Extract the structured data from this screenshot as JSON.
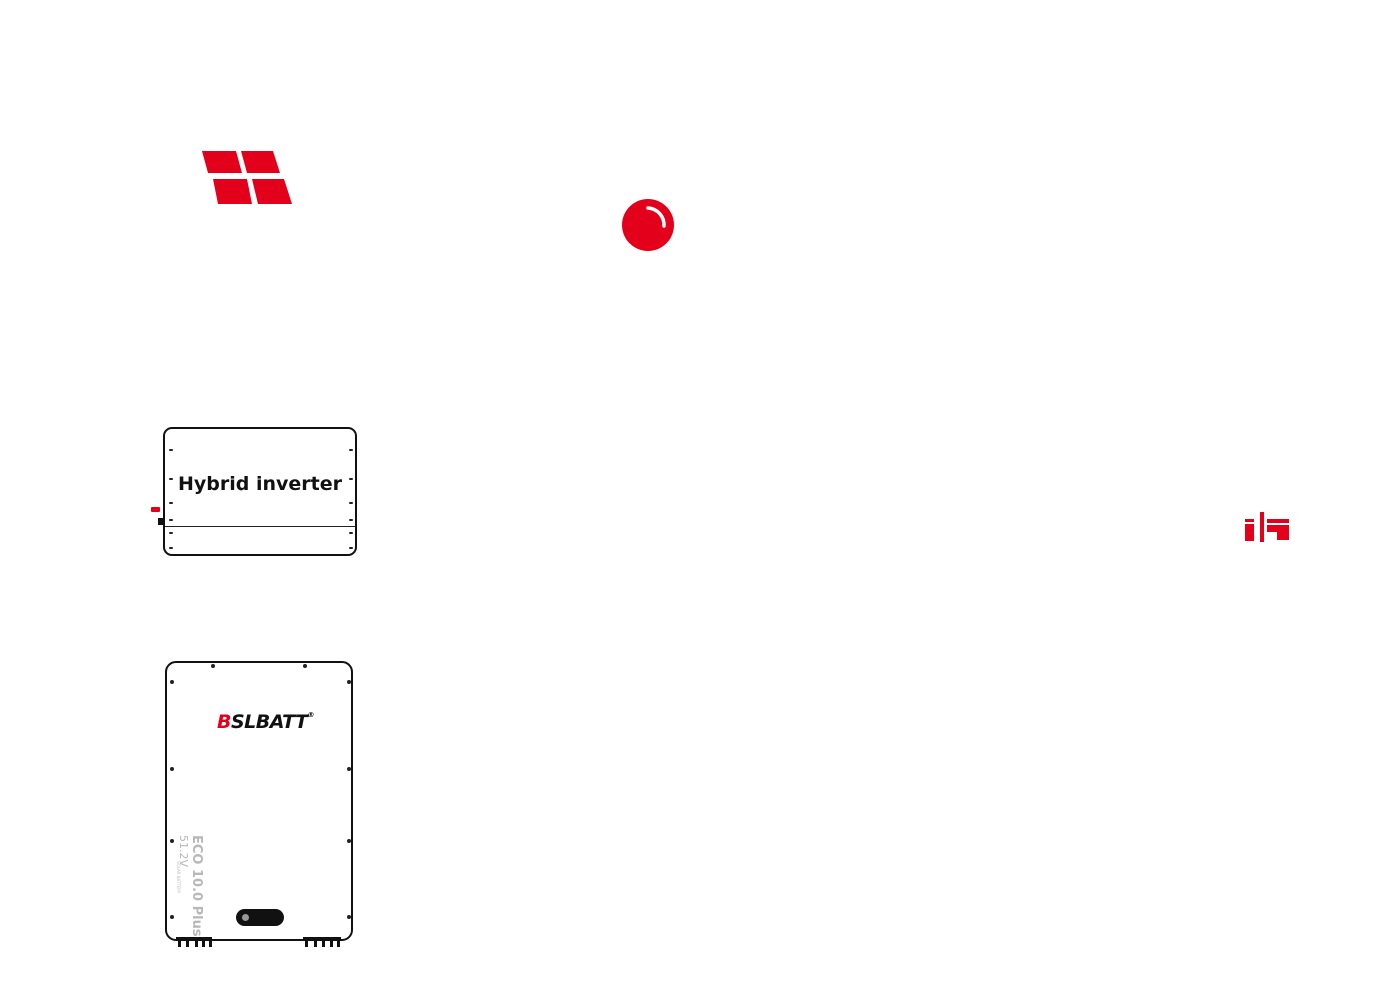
{
  "colors": {
    "accent_red": "#e3001b",
    "outline": "#111111",
    "label_grey": "#b8b8b8"
  },
  "icons": {
    "solar": "solar-panel-icon",
    "grid": "light-bulb-icon",
    "load": "appliance-icon"
  },
  "inverter": {
    "label": "Hybrid inverter"
  },
  "battery": {
    "brand_first": "B",
    "brand_rest": "SLBATT",
    "brand_reg": "®",
    "model": "ECO 10.0 Plus",
    "voltage": "51.2V",
    "subtitle": "SOLAR BATTERY"
  }
}
